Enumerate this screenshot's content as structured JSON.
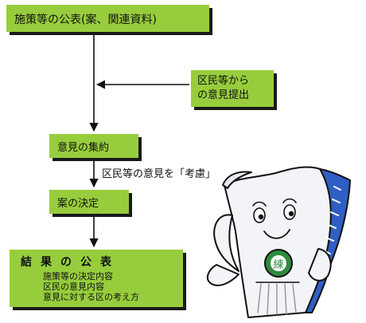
{
  "flow": {
    "publish": "施策等の公表(案、関連資料)",
    "opinions_line1": "区民等から",
    "opinions_line2": "の意見提出",
    "collect": "意見の集約",
    "consider_label": "区民等の意見を「考慮」",
    "decide": "案の決定",
    "result_title": "結果の公表",
    "result_items": [
      "施策等の決定内容",
      "区民の意見内容",
      "意見に対する区の考え方"
    ]
  },
  "colors": {
    "box_fill": "#97cd3c",
    "box_shadow": "#1a1a1a",
    "mascot_body": "#f2f4f8",
    "mascot_stripe": "#2f5fc4",
    "mascot_emblem": "#2e8b3f"
  },
  "mascot": {
    "emblem_glyph": "練"
  }
}
